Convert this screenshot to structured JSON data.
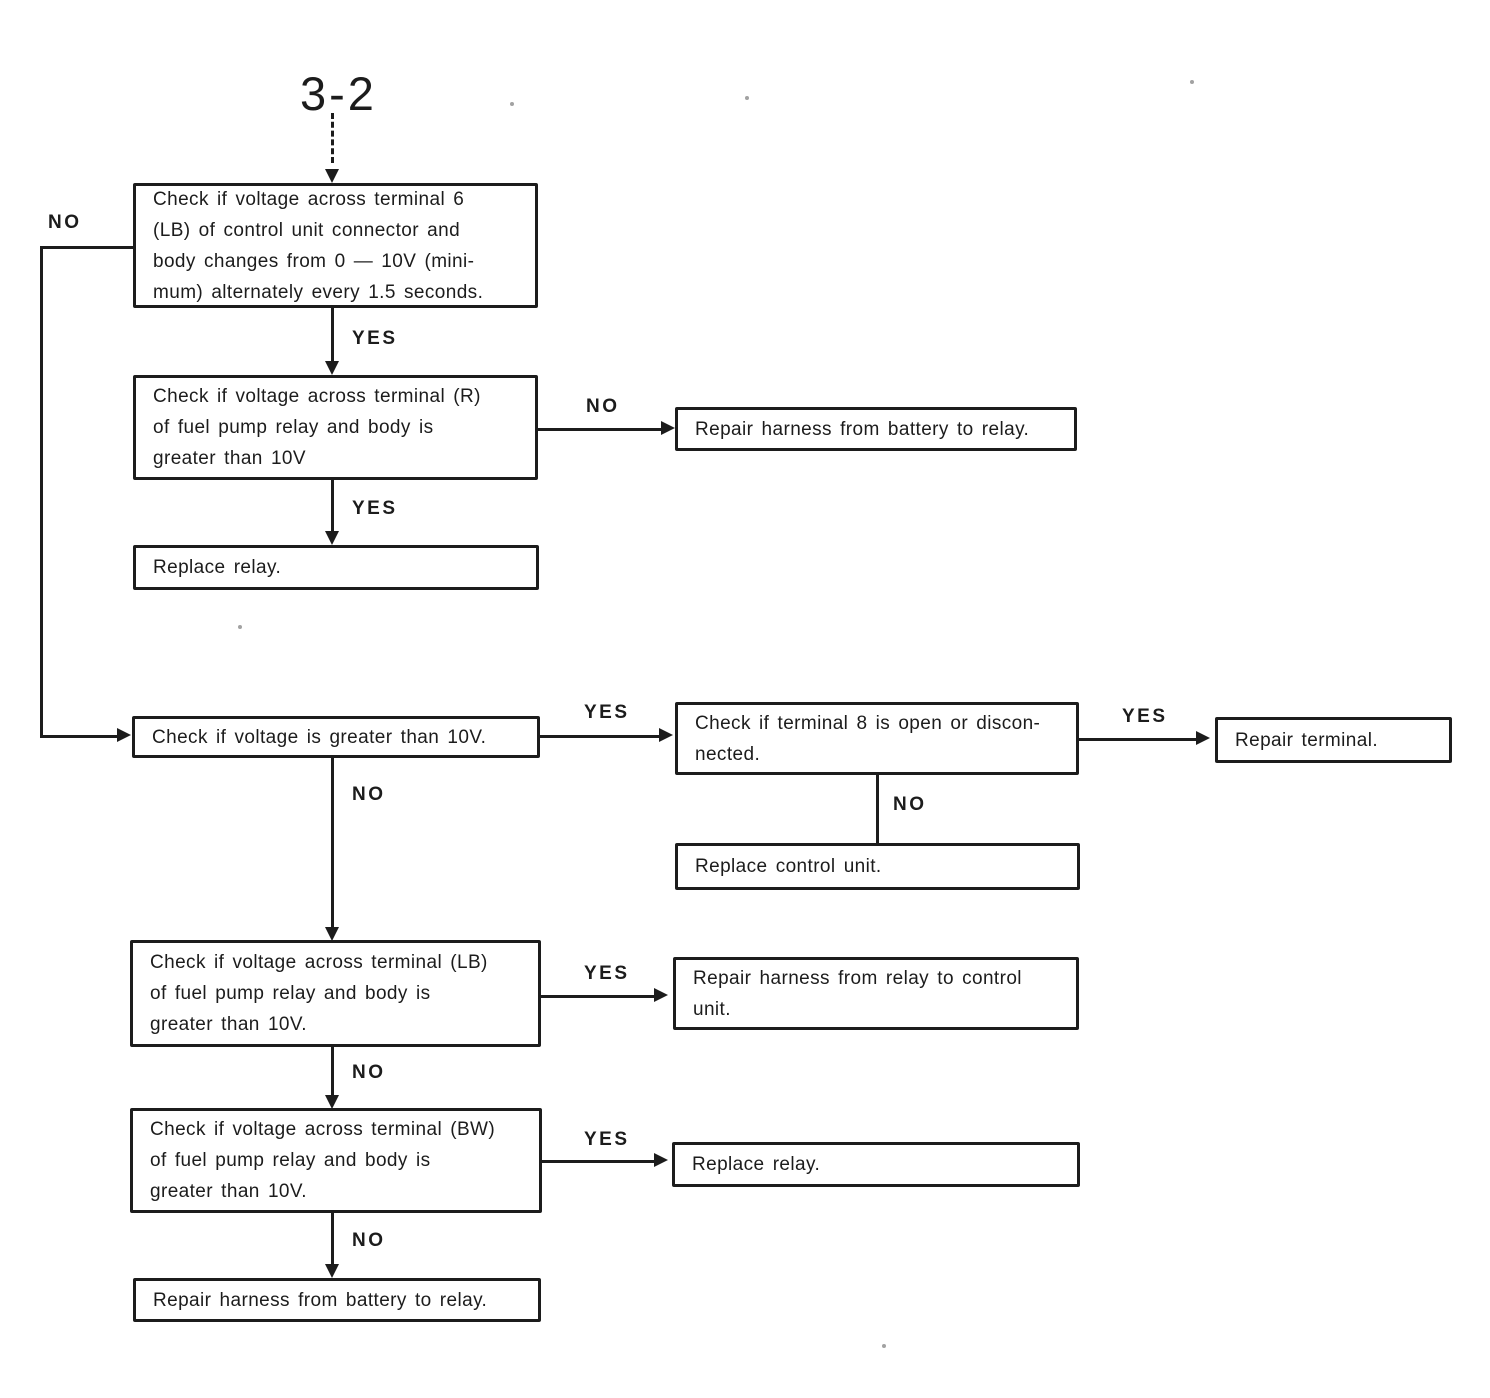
{
  "title": "3-2",
  "labels": {
    "yes": "YES",
    "no": "NO"
  },
  "nodes": {
    "check_terminal6_voltage": {
      "lines": [
        "Check if voltage across terminal 6",
        "(LB) of control unit connector and",
        "body changes from 0 — 10V (mini-",
        "mum) alternately every 1.5 seconds."
      ]
    },
    "check_terminal_r_voltage": {
      "lines": [
        "Check if voltage across terminal (R)",
        "of fuel pump relay and body is",
        "greater than 10V"
      ]
    },
    "repair_harness_battery_relay_top": {
      "text": "Repair harness from battery to relay."
    },
    "replace_relay_left": {
      "text": "Replace relay."
    },
    "check_voltage_gt_10": {
      "text": "Check if voltage is greater than 10V."
    },
    "check_terminal8_open": {
      "lines": [
        "Check if terminal 8 is open or discon-",
        "nected."
      ]
    },
    "repair_terminal": {
      "text": "Repair terminal."
    },
    "replace_control_unit": {
      "text": "Replace control unit."
    },
    "check_terminal_lb_voltage": {
      "lines": [
        "Check if voltage across terminal (LB)",
        "of fuel pump relay and body is",
        "greater than 10V."
      ]
    },
    "repair_harness_relay_to_control": {
      "lines": [
        "Repair harness from relay to control",
        "unit."
      ]
    },
    "check_terminal_bw_voltage": {
      "lines": [
        "Check if voltage across terminal (BW)",
        "of fuel pump relay and body is",
        "greater than 10V."
      ]
    },
    "replace_relay_right": {
      "text": "Replace relay."
    },
    "repair_harness_battery_relay_bottom": {
      "text": "Repair harness from battery to relay."
    }
  },
  "edges": [
    {
      "from": "start_3-2",
      "to": "check_terminal6_voltage",
      "label": ""
    },
    {
      "from": "check_terminal6_voltage",
      "to": "check_terminal_r_voltage",
      "label": "YES"
    },
    {
      "from": "check_terminal6_voltage",
      "to": "check_voltage_gt_10",
      "label": "NO"
    },
    {
      "from": "check_terminal_r_voltage",
      "to": "repair_harness_battery_relay_top",
      "label": "NO"
    },
    {
      "from": "check_terminal_r_voltage",
      "to": "replace_relay_left",
      "label": "YES"
    },
    {
      "from": "check_voltage_gt_10",
      "to": "check_terminal8_open",
      "label": "YES"
    },
    {
      "from": "check_voltage_gt_10",
      "to": "check_terminal_lb_voltage",
      "label": "NO"
    },
    {
      "from": "check_terminal8_open",
      "to": "repair_terminal",
      "label": "YES"
    },
    {
      "from": "check_terminal8_open",
      "to": "replace_control_unit",
      "label": "NO"
    },
    {
      "from": "check_terminal_lb_voltage",
      "to": "repair_harness_relay_to_control",
      "label": "YES"
    },
    {
      "from": "check_terminal_lb_voltage",
      "to": "check_terminal_bw_voltage",
      "label": "NO"
    },
    {
      "from": "check_terminal_bw_voltage",
      "to": "replace_relay_right",
      "label": "YES"
    },
    {
      "from": "check_terminal_bw_voltage",
      "to": "repair_harness_battery_relay_bottom",
      "label": "NO"
    }
  ]
}
